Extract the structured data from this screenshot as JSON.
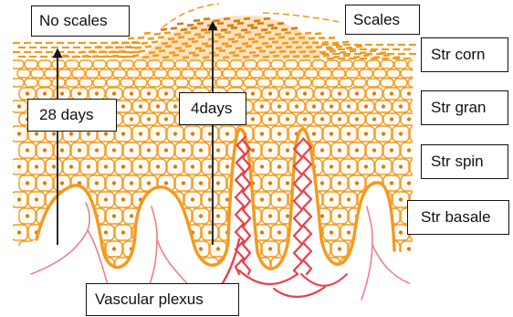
{
  "labels": {
    "no_scales": "No scales",
    "scales": "Scales",
    "str_corn": "Str corn",
    "str_gran": "Str gran",
    "str_spin": "Str spin",
    "str_basale": "Str basale",
    "days_28": "28 days",
    "days_4": "4days",
    "vascular_plexus": "Vascular plexus"
  },
  "colors": {
    "cell": "#f39a1f",
    "cell_dark": "#d9790c",
    "vessel": "#e8404a",
    "vessel_light": "#ef7f86",
    "arrow": "#111111"
  }
}
